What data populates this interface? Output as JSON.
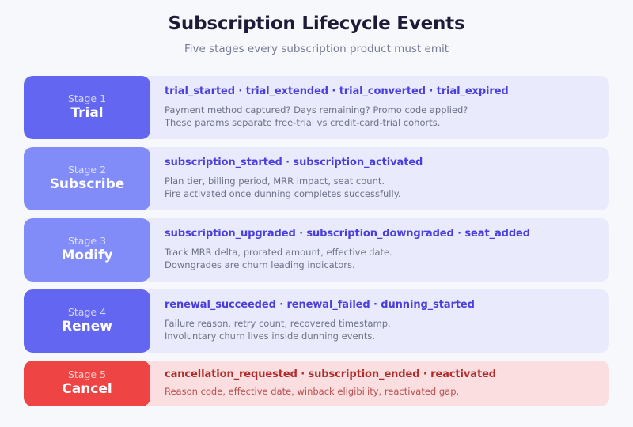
{
  "header": {
    "title": "Subscription Lifecycle Events",
    "subtitle": "Five stages every subscription product must emit"
  },
  "colors": {
    "page_background": "#f7f8fc",
    "badge_indigo_strong": "#6266f0",
    "badge_indigo_light": "#818cf8",
    "badge_red": "#ef4444",
    "panel_indigo": "#e9eafc",
    "panel_red": "#fbdedf",
    "event_text_indigo": "#4a3fdc",
    "event_text_red": "#b02b2b",
    "title_text": "#1e1b39",
    "subtitle_text": "#767a93",
    "description_text": "#6e7288"
  },
  "stages": [
    {
      "number": "Stage 1",
      "name": "Trial",
      "events": "trial_started · trial_extended · trial_converted · trial_expired",
      "desc_line_1": "Payment method captured? Days remaining? Promo code applied?",
      "desc_line_2": "These params separate free-trial vs credit-card-trial cohorts."
    },
    {
      "number": "Stage 2",
      "name": "Subscribe",
      "events": "subscription_started · subscription_activated",
      "desc_line_1": "Plan tier, billing period, MRR impact, seat count.",
      "desc_line_2": "Fire activated once dunning completes successfully."
    },
    {
      "number": "Stage 3",
      "name": "Modify",
      "events": "subscription_upgraded · subscription_downgraded · seat_added",
      "desc_line_1": "Track MRR delta, prorated amount, effective date.",
      "desc_line_2": "Downgrades are churn leading indicators."
    },
    {
      "number": "Stage 4",
      "name": "Renew",
      "events": "renewal_succeeded · renewal_failed · dunning_started",
      "desc_line_1": "Failure reason, retry count, recovered timestamp.",
      "desc_line_2": "Involuntary churn lives inside dunning events."
    },
    {
      "number": "Stage 5",
      "name": "Cancel",
      "events": "cancellation_requested · subscription_ended · reactivated",
      "desc_line_1": "Reason code, effective date, winback eligibility, reactivated gap.",
      "desc_line_2": ""
    }
  ]
}
